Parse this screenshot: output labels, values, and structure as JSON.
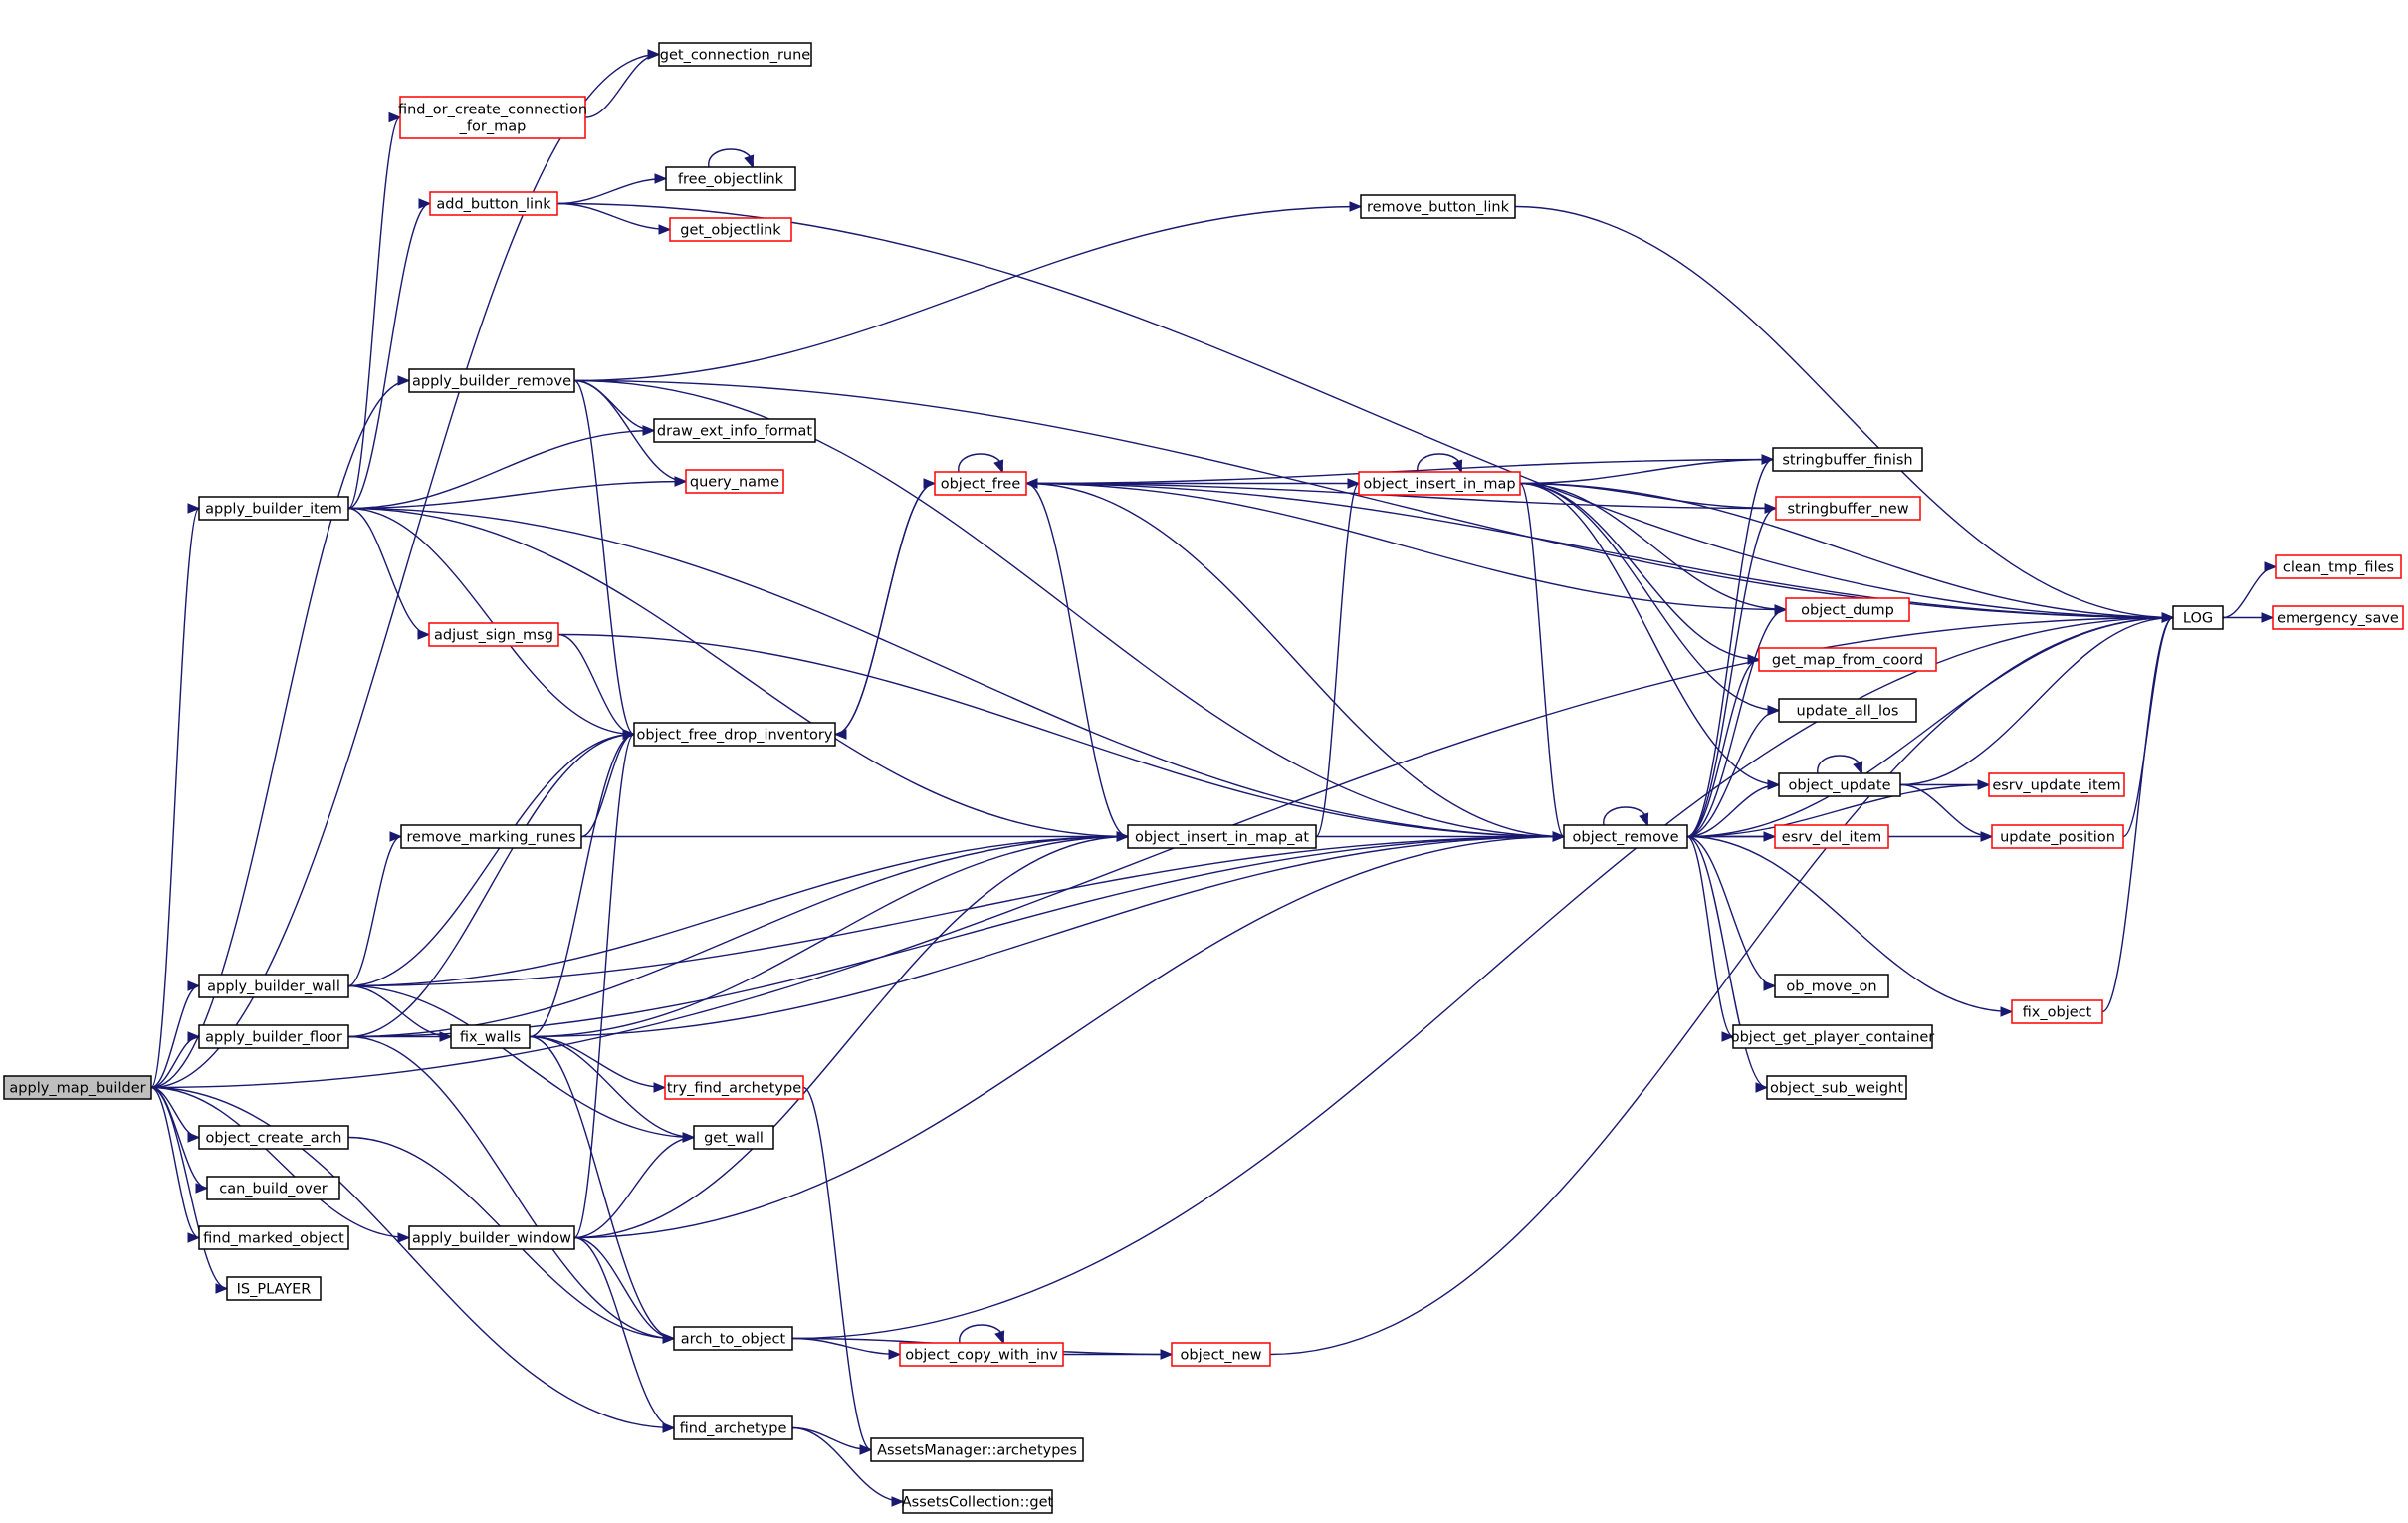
{
  "graph": {
    "colors": {
      "edge": "#191970",
      "node_border": "#000000",
      "node_border_incomplete": "#ff0000",
      "root_fill": "#bfbfbf"
    },
    "nodes": [
      {
        "id": "apply_map_builder",
        "label": "apply_map_builder",
        "style": "root"
      },
      {
        "id": "get_connection_rune",
        "label": "get_connection_rune",
        "style": "normal"
      },
      {
        "id": "find_or_create_connection_for_map",
        "label": "find_or_create_connection\n_for_map",
        "style": "red"
      },
      {
        "id": "add_button_link",
        "label": "add_button_link",
        "style": "red"
      },
      {
        "id": "free_objectlink",
        "label": "free_objectlink",
        "style": "normal"
      },
      {
        "id": "get_objectlink",
        "label": "get_objectlink",
        "style": "red"
      },
      {
        "id": "remove_button_link",
        "label": "remove_button_link",
        "style": "normal"
      },
      {
        "id": "apply_builder_remove",
        "label": "apply_builder_remove",
        "style": "normal"
      },
      {
        "id": "draw_ext_info_format",
        "label": "draw_ext_info_format",
        "style": "normal"
      },
      {
        "id": "query_name",
        "label": "query_name",
        "style": "red"
      },
      {
        "id": "apply_builder_item",
        "label": "apply_builder_item",
        "style": "normal"
      },
      {
        "id": "adjust_sign_msg",
        "label": "adjust_sign_msg",
        "style": "red"
      },
      {
        "id": "object_free_drop_inventory",
        "label": "object_free_drop_inventory",
        "style": "normal"
      },
      {
        "id": "object_free",
        "label": "object_free",
        "style": "red"
      },
      {
        "id": "object_insert_in_map",
        "label": "object_insert_in_map",
        "style": "red"
      },
      {
        "id": "stringbuffer_finish",
        "label": "stringbuffer_finish",
        "style": "normal"
      },
      {
        "id": "stringbuffer_new",
        "label": "stringbuffer_new",
        "style": "red"
      },
      {
        "id": "object_dump",
        "label": "object_dump",
        "style": "red"
      },
      {
        "id": "get_map_from_coord",
        "label": "get_map_from_coord",
        "style": "red"
      },
      {
        "id": "update_all_los",
        "label": "update_all_los",
        "style": "normal"
      },
      {
        "id": "object_update",
        "label": "object_update",
        "style": "normal"
      },
      {
        "id": "esrv_update_item",
        "label": "esrv_update_item",
        "style": "red"
      },
      {
        "id": "update_position",
        "label": "update_position",
        "style": "red"
      },
      {
        "id": "LOG",
        "label": "LOG",
        "style": "normal"
      },
      {
        "id": "clean_tmp_files",
        "label": "clean_tmp_files",
        "style": "red"
      },
      {
        "id": "emergency_save",
        "label": "emergency_save",
        "style": "red"
      },
      {
        "id": "remove_marking_runes",
        "label": "remove_marking_runes",
        "style": "normal"
      },
      {
        "id": "object_insert_in_map_at",
        "label": "object_insert_in_map_at",
        "style": "normal"
      },
      {
        "id": "object_remove",
        "label": "object_remove",
        "style": "normal"
      },
      {
        "id": "esrv_del_item",
        "label": "esrv_del_item",
        "style": "red"
      },
      {
        "id": "ob_move_on",
        "label": "ob_move_on",
        "style": "normal"
      },
      {
        "id": "object_get_player_container",
        "label": "object_get_player_container",
        "style": "normal"
      },
      {
        "id": "object_sub_weight",
        "label": "object_sub_weight",
        "style": "normal"
      },
      {
        "id": "fix_object",
        "label": "fix_object",
        "style": "red"
      },
      {
        "id": "apply_builder_wall",
        "label": "apply_builder_wall",
        "style": "normal"
      },
      {
        "id": "apply_builder_floor",
        "label": "apply_builder_floor",
        "style": "normal"
      },
      {
        "id": "fix_walls",
        "label": "fix_walls",
        "style": "normal"
      },
      {
        "id": "try_find_archetype",
        "label": "try_find_archetype",
        "style": "red"
      },
      {
        "id": "get_wall",
        "label": "get_wall",
        "style": "normal"
      },
      {
        "id": "object_create_arch",
        "label": "object_create_arch",
        "style": "normal"
      },
      {
        "id": "can_build_over",
        "label": "can_build_over",
        "style": "normal"
      },
      {
        "id": "find_marked_object",
        "label": "find_marked_object",
        "style": "normal"
      },
      {
        "id": "IS_PLAYER",
        "label": "IS_PLAYER",
        "style": "normal"
      },
      {
        "id": "apply_builder_window",
        "label": "apply_builder_window",
        "style": "normal"
      },
      {
        "id": "arch_to_object",
        "label": "arch_to_object",
        "style": "normal"
      },
      {
        "id": "object_copy_with_inv",
        "label": "object_copy_with_inv",
        "style": "red"
      },
      {
        "id": "object_new",
        "label": "object_new",
        "style": "red"
      },
      {
        "id": "find_archetype",
        "label": "find_archetype",
        "style": "normal"
      },
      {
        "id": "AssetsManager_archetypes",
        "label": "AssetsManager::archetypes",
        "style": "normal"
      },
      {
        "id": "AssetsCollection_get",
        "label": "AssetsCollection::get",
        "style": "normal"
      }
    ],
    "edges": [
      [
        "apply_map_builder",
        "LOG"
      ],
      [
        "apply_map_builder",
        "get_connection_rune"
      ],
      [
        "apply_map_builder",
        "apply_builder_remove"
      ],
      [
        "apply_map_builder",
        "apply_builder_item"
      ],
      [
        "apply_map_builder",
        "apply_builder_wall"
      ],
      [
        "apply_map_builder",
        "apply_builder_floor"
      ],
      [
        "apply_map_builder",
        "object_create_arch"
      ],
      [
        "apply_map_builder",
        "can_build_over"
      ],
      [
        "apply_map_builder",
        "find_marked_object"
      ],
      [
        "apply_map_builder",
        "IS_PLAYER"
      ],
      [
        "apply_map_builder",
        "apply_builder_window"
      ],
      [
        "apply_map_builder",
        "find_archetype"
      ],
      [
        "find_or_create_connection_for_map",
        "get_connection_rune"
      ],
      [
        "add_button_link",
        "LOG"
      ],
      [
        "add_button_link",
        "free_objectlink"
      ],
      [
        "add_button_link",
        "get_objectlink"
      ],
      [
        "free_objectlink",
        "free_objectlink"
      ],
      [
        "remove_button_link",
        "LOG"
      ],
      [
        "apply_builder_remove",
        "LOG"
      ],
      [
        "apply_builder_remove",
        "remove_button_link"
      ],
      [
        "apply_builder_remove",
        "draw_ext_info_format"
      ],
      [
        "apply_builder_remove",
        "query_name"
      ],
      [
        "apply_builder_remove",
        "object_free_drop_inventory"
      ],
      [
        "apply_builder_remove",
        "object_remove"
      ],
      [
        "apply_builder_item",
        "find_or_create_connection_for_map"
      ],
      [
        "apply_builder_item",
        "add_button_link"
      ],
      [
        "apply_builder_item",
        "draw_ext_info_format"
      ],
      [
        "apply_builder_item",
        "query_name"
      ],
      [
        "apply_builder_item",
        "adjust_sign_msg"
      ],
      [
        "apply_builder_item",
        "object_free_drop_inventory"
      ],
      [
        "apply_builder_item",
        "object_insert_in_map_at"
      ],
      [
        "apply_builder_item",
        "object_remove"
      ],
      [
        "adjust_sign_msg",
        "object_free_drop_inventory"
      ],
      [
        "adjust_sign_msg",
        "object_remove"
      ],
      [
        "object_free_drop_inventory",
        "object_free"
      ],
      [
        "object_free",
        "object_free"
      ],
      [
        "object_free",
        "object_free_drop_inventory"
      ],
      [
        "object_free",
        "LOG"
      ],
      [
        "object_free",
        "stringbuffer_finish"
      ],
      [
        "object_free",
        "stringbuffer_new"
      ],
      [
        "object_free",
        "object_dump"
      ],
      [
        "object_free",
        "object_insert_in_map_at"
      ],
      [
        "object_insert_in_map",
        "object_insert_in_map"
      ],
      [
        "object_insert_in_map",
        "object_free"
      ],
      [
        "object_insert_in_map",
        "stringbuffer_finish"
      ],
      [
        "object_insert_in_map",
        "stringbuffer_new"
      ],
      [
        "object_insert_in_map",
        "LOG"
      ],
      [
        "object_insert_in_map",
        "object_dump"
      ],
      [
        "object_insert_in_map",
        "get_map_from_coord"
      ],
      [
        "object_insert_in_map",
        "update_all_los"
      ],
      [
        "object_insert_in_map",
        "object_update"
      ],
      [
        "object_insert_in_map",
        "object_remove"
      ],
      [
        "object_insert_in_map_at",
        "object_insert_in_map"
      ],
      [
        "object_remove",
        "object_remove"
      ],
      [
        "object_remove",
        "object_free"
      ],
      [
        "object_remove",
        "stringbuffer_finish"
      ],
      [
        "object_remove",
        "stringbuffer_new"
      ],
      [
        "object_remove",
        "object_dump"
      ],
      [
        "object_remove",
        "get_map_from_coord"
      ],
      [
        "object_remove",
        "update_all_los"
      ],
      [
        "object_remove",
        "object_update"
      ],
      [
        "object_remove",
        "esrv_update_item"
      ],
      [
        "object_remove",
        "esrv_del_item"
      ],
      [
        "object_remove",
        "update_position"
      ],
      [
        "object_remove",
        "ob_move_on"
      ],
      [
        "object_remove",
        "object_get_player_container"
      ],
      [
        "object_remove",
        "object_sub_weight"
      ],
      [
        "object_remove",
        "fix_object"
      ],
      [
        "object_remove",
        "LOG"
      ],
      [
        "object_update",
        "object_update"
      ],
      [
        "object_update",
        "LOG"
      ],
      [
        "object_update",
        "esrv_update_item"
      ],
      [
        "object_update",
        "update_position"
      ],
      [
        "update_position",
        "LOG"
      ],
      [
        "fix_object",
        "LOG"
      ],
      [
        "LOG",
        "clean_tmp_files"
      ],
      [
        "LOG",
        "emergency_save"
      ],
      [
        "remove_marking_runes",
        "object_free_drop_inventory"
      ],
      [
        "remove_marking_runes",
        "object_remove"
      ],
      [
        "apply_builder_wall",
        "object_free_drop_inventory"
      ],
      [
        "apply_builder_wall",
        "remove_marking_runes"
      ],
      [
        "apply_builder_wall",
        "object_insert_in_map_at"
      ],
      [
        "apply_builder_wall",
        "object_remove"
      ],
      [
        "apply_builder_wall",
        "fix_walls"
      ],
      [
        "apply_builder_wall",
        "get_wall"
      ],
      [
        "apply_builder_floor",
        "object_free_drop_inventory"
      ],
      [
        "apply_builder_floor",
        "object_insert_in_map_at"
      ],
      [
        "apply_builder_floor",
        "fix_walls"
      ],
      [
        "apply_builder_floor",
        "object_remove"
      ],
      [
        "apply_builder_floor",
        "arch_to_object"
      ],
      [
        "fix_walls",
        "object_free_drop_inventory"
      ],
      [
        "fix_walls",
        "object_insert_in_map_at"
      ],
      [
        "fix_walls",
        "object_remove"
      ],
      [
        "fix_walls",
        "try_find_archetype"
      ],
      [
        "fix_walls",
        "get_wall"
      ],
      [
        "fix_walls",
        "arch_to_object"
      ],
      [
        "try_find_archetype",
        "AssetsManager_archetypes"
      ],
      [
        "object_create_arch",
        "arch_to_object"
      ],
      [
        "apply_builder_window",
        "get_wall"
      ],
      [
        "apply_builder_window",
        "object_free_drop_inventory"
      ],
      [
        "apply_builder_window",
        "object_insert_in_map_at"
      ],
      [
        "apply_builder_window",
        "object_remove"
      ],
      [
        "apply_builder_window",
        "arch_to_object"
      ],
      [
        "apply_builder_window",
        "find_archetype"
      ],
      [
        "arch_to_object",
        "object_copy_with_inv"
      ],
      [
        "arch_to_object",
        "object_new"
      ],
      [
        "arch_to_object",
        "LOG"
      ],
      [
        "object_copy_with_inv",
        "object_copy_with_inv"
      ],
      [
        "object_copy_with_inv",
        "object_new"
      ],
      [
        "object_new",
        "LOG"
      ],
      [
        "find_archetype",
        "AssetsManager_archetypes"
      ],
      [
        "find_archetype",
        "AssetsCollection_get"
      ]
    ]
  }
}
